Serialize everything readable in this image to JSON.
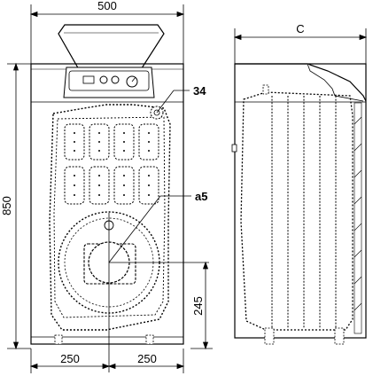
{
  "dimensions": {
    "width_total": "500",
    "height_total": "850",
    "side_depth": "C",
    "left_offset": "250",
    "right_offset": "250",
    "flue_height": "245"
  },
  "callouts": {
    "top_connection": "34",
    "flue_outlet": "a5"
  }
}
